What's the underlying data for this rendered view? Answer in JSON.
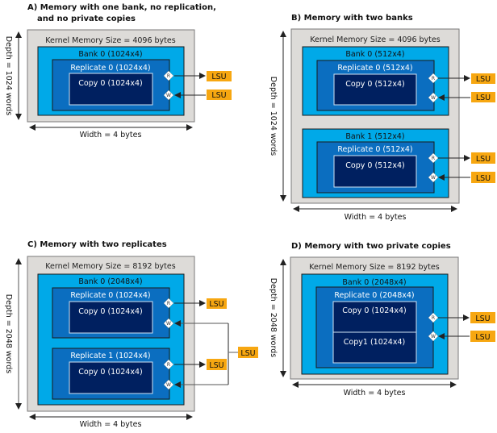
{
  "colors": {
    "outer_fill": "#dddbd8",
    "outer_stroke": "#7a7a7a",
    "bank_fill": "#00a9e8",
    "replicate_fill": "#0b6ec0",
    "copy_fill": "#002060",
    "copy_stroke": "#cfe3f5",
    "lsu_fill": "#f7a711",
    "arrow": "#222222"
  },
  "panels": {
    "a": {
      "title_line1": "A) Memory with one bank, no replication,",
      "title_line2": "and no private copies",
      "kernel_size": "Kernel Memory Size = 4096 bytes",
      "bank0": "Bank 0 (1024x4)",
      "bank0_replicate0": "Replicate 0 (1024x4)",
      "bank0_replicate0_copy0": "Copy 0 (1024x4)",
      "depth": "Depth = 1024 words",
      "width": "Width = 4 bytes",
      "port_r": "R",
      "port_w": "W",
      "lsu": "LSU"
    },
    "b": {
      "title": "B) Memory with two banks",
      "kernel_size": "Kernel Memory Size = 4096 bytes",
      "bank0": "Bank 0 (512x4)",
      "bank0_replicate0": "Replicate 0 (512x4)",
      "bank0_replicate0_copy0": "Copy 0 (512x4)",
      "bank1": "Bank 1 (512x4)",
      "bank1_replicate0": "Replicate 0 (512x4)",
      "bank1_replicate0_copy0": "Copy 0 (512x4)",
      "depth": "Depth = 1024  words",
      "width": "Width = 4 bytes",
      "port_r": "R",
      "port_w": "W",
      "lsu": "LSU"
    },
    "c": {
      "title": "C) Memory with two replicates",
      "kernel_size": "Kernel Memory Size = 8192 bytes",
      "bank0": "Bank 0 (2048x4)",
      "bank0_replicate0": "Replicate 0 (1024x4)",
      "bank0_replicate0_copy0": "Copy 0 (1024x4)",
      "bank0_replicate1": "Replicate 1 (1024x4)",
      "bank0_replicate1_copy0": "Copy 0 (1024x4)",
      "depth": "Depth = 2048  words",
      "width": "Width = 4 bytes",
      "port_r": "R",
      "port_w": "W",
      "lsu": "LSU"
    },
    "d": {
      "title": "D) Memory with two private copies",
      "kernel_size": "Kernel Memory Size = 8192 bytes",
      "bank0": "Bank 0 (2048x4)",
      "bank0_replicate0": "Replicate 0 (2048x4)",
      "bank0_replicate0_copy0": "Copy 0 (1024x4)",
      "bank0_replicate0_copy1": "Copy1 (1024x4)",
      "depth": "Depth = 2048  words",
      "width": "Width = 4 bytes",
      "port_r": "R",
      "port_w": "W",
      "lsu": "LSU"
    }
  }
}
